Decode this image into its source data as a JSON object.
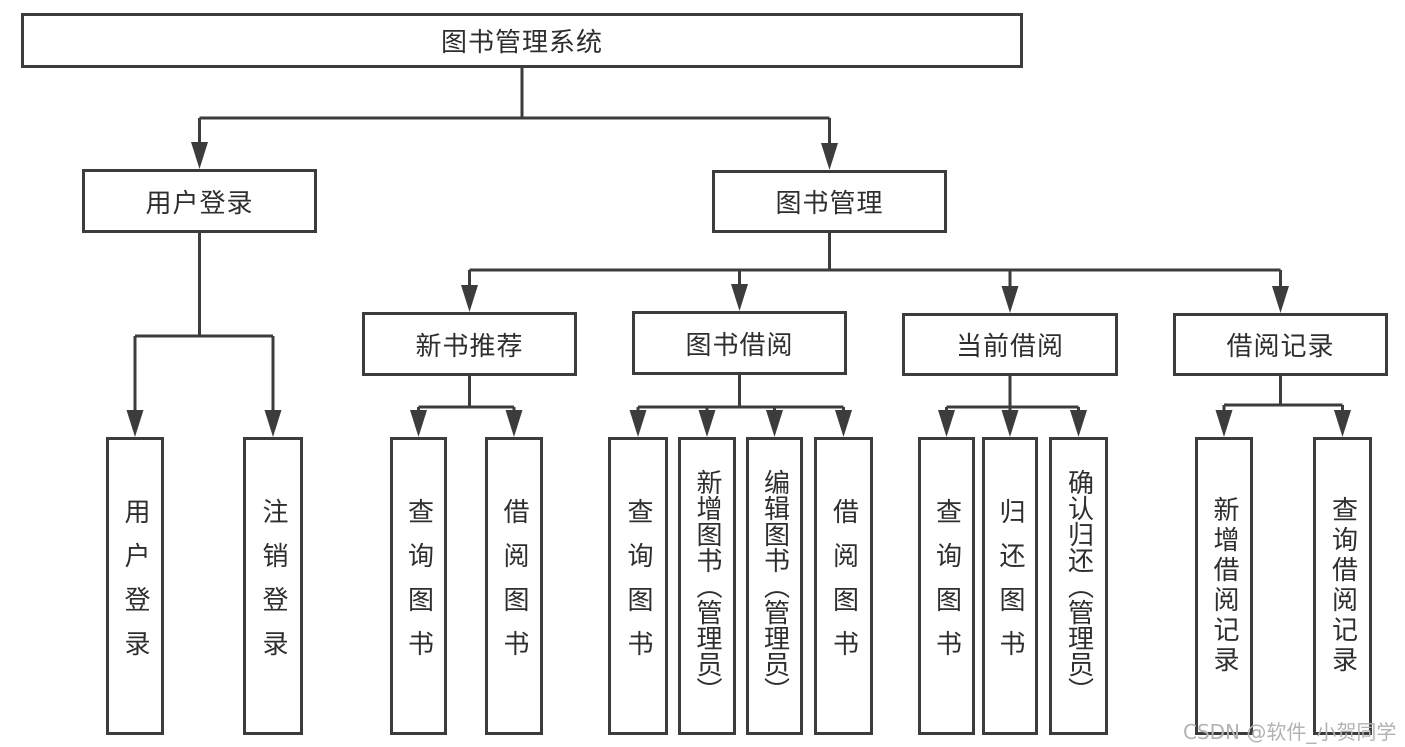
{
  "diagram": {
    "title": "图书管理系统"
  },
  "nodes": {
    "root": "图书管理系统",
    "user_login": "用户登录",
    "book_mgmt": "图书管理",
    "new_book_rec": "新书推荐",
    "book_borrow": "图书借阅",
    "current_borrow": "当前借阅",
    "borrow_records": "借阅记录",
    "leaves": {
      "user_login_leaf": "用户登录",
      "logout": "注销登录",
      "rec_query_book": "查询图书",
      "rec_borrow_book": "借阅图书",
      "bor_query_book": "查询图书",
      "bor_add_book": "新增图书（管理员）",
      "bor_edit_book": "编辑图书（管理员）",
      "bor_borrow_book": "借阅图书",
      "cur_query_book": "查询图书",
      "cur_return_book": "归还图书",
      "cur_confirm_return": "确认归还（管理员）",
      "rec2_add_record": "新增借阅记录",
      "rec2_query_record": "查询借阅记录"
    }
  },
  "watermark": {
    "text": "CSDN @软件_小贺同学"
  },
  "colors": {
    "box_border": "#3c3c3c",
    "box_fill": "#ffffff",
    "line": "#3c3c3c",
    "text": "#2e2e2e",
    "watermark": "#b3b3b3",
    "background": "#ffffff"
  }
}
